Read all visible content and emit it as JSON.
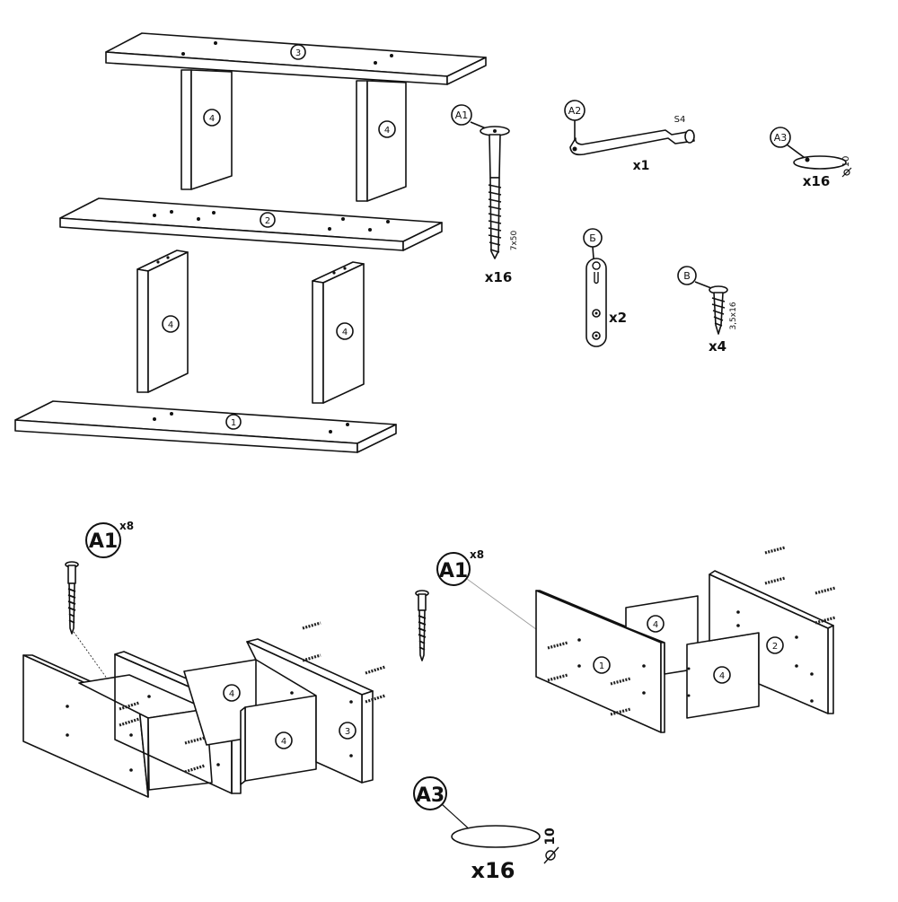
{
  "parts": {
    "p1": "1",
    "p2": "2",
    "p3": "3",
    "p4": "4"
  },
  "hardware": {
    "a1": {
      "label": "A1",
      "size": "7x50",
      "qty": "x16"
    },
    "a2": {
      "label": "A2",
      "size": "S4",
      "qty": "x1"
    },
    "a3": {
      "label": "A3",
      "size": "10",
      "qty": "x16"
    },
    "b": {
      "label": "Б",
      "qty": "x2"
    },
    "v": {
      "label": "В",
      "size": "3,5x16",
      "qty": "x4"
    }
  },
  "step1": {
    "label": "A1",
    "qty": "x8"
  },
  "step2": {
    "label": "A1",
    "qty": "x8"
  },
  "step3": {
    "label": "A3",
    "size": "10",
    "qty": "x16"
  },
  "colors": {
    "line": "#111111",
    "fill": "#ffffff",
    "screw": "#222222"
  }
}
